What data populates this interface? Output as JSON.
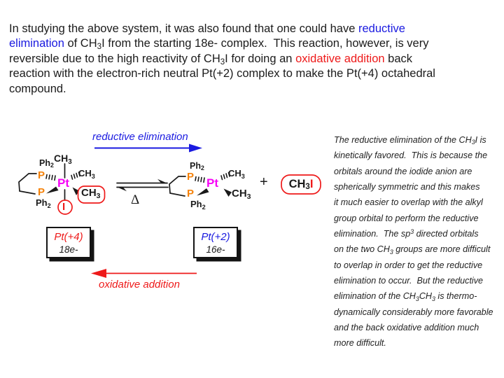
{
  "colors": {
    "ink": "#1b1b1b",
    "blue": "#1a1ae0",
    "red": "#ee1a1a",
    "orange": "#f5820a",
    "magenta": "#f704f7"
  },
  "intro": {
    "segments": [
      {
        "t": "In studying the above system, it was also found that one could have "
      },
      {
        "t": "reductive",
        "c": "blue"
      },
      {
        "br": true
      },
      {
        "t": "elimination",
        "c": "blue"
      },
      {
        "t": " of CH"
      },
      {
        "t": "3",
        "sub": true
      },
      {
        "t": "I from the starting 18e- complex.  This reaction, however, is very"
      },
      {
        "br": true
      },
      {
        "t": "reversible due to the high reactivity of CH"
      },
      {
        "t": "3",
        "sub": true
      },
      {
        "t": "I for doing an "
      },
      {
        "t": "oxidative addition",
        "c": "red"
      },
      {
        "t": " back"
      },
      {
        "br": true
      },
      {
        "t": "reaction with the electron-rich neutral Pt(+2) complex to make the Pt(+4) octahedral"
      },
      {
        "br": true
      },
      {
        "t": "compound."
      }
    ]
  },
  "scheme": {
    "forward_label": "reductive elimination",
    "reverse_label": "oxidative addition",
    "delta": "Δ",
    "plus": "+",
    "atoms": {
      "p": "P",
      "pt": "Pt",
      "iodide": "I"
    },
    "formulas": {
      "ch3": [
        {
          "t": "CH"
        },
        {
          "t": "3",
          "sub": true
        }
      ],
      "ph2": [
        {
          "t": "Ph"
        },
        {
          "t": "2",
          "sub": true
        }
      ],
      "ch3i": [
        {
          "t": "CH"
        },
        {
          "t": "3",
          "sub": true
        },
        {
          "t": "I",
          "c": "red"
        }
      ]
    },
    "left_tag": {
      "oxidation_state": "Pt(+4)",
      "electron_count": "18e-"
    },
    "right_tag": {
      "oxidation_state": "Pt(+2)",
      "electron_count": "16e-"
    }
  },
  "note": {
    "lines": [
      [
        {
          "t": "The reductive elimination of the CH"
        },
        {
          "t": "3",
          "sub": true
        },
        {
          "t": "I is"
        }
      ],
      [
        {
          "t": "kinetically favored.  This is because the"
        }
      ],
      [
        {
          "t": "orbitals around the iodide anion are"
        }
      ],
      [
        {
          "t": "spherically symmetric and this makes"
        }
      ],
      [
        {
          "t": "it much easier to overlap with the alkyl"
        }
      ],
      [
        {
          "t": "group orbital to perform the reductive"
        }
      ],
      [
        {
          "t": "elimination.  The sp"
        },
        {
          "t": "3",
          "sup": true
        },
        {
          "t": " directed orbitals"
        }
      ],
      [
        {
          "t": "on the two CH"
        },
        {
          "t": "3",
          "sub": true
        },
        {
          "t": " groups are more difficult"
        }
      ],
      [
        {
          "t": "to overlap in order to get the reductive"
        }
      ],
      [
        {
          "t": "elimination to occur.  But the reductive"
        }
      ],
      [
        {
          "t": "elimination of the CH"
        },
        {
          "t": "3",
          "sub": true
        },
        {
          "t": "CH"
        },
        {
          "t": "3",
          "sub": true
        },
        {
          "t": " is thermo-"
        }
      ],
      [
        {
          "t": "dynamically considerably more favorable"
        }
      ],
      [
        {
          "t": "and the back oxidative addition much"
        }
      ],
      [
        {
          "t": "more difficult."
        }
      ]
    ]
  }
}
